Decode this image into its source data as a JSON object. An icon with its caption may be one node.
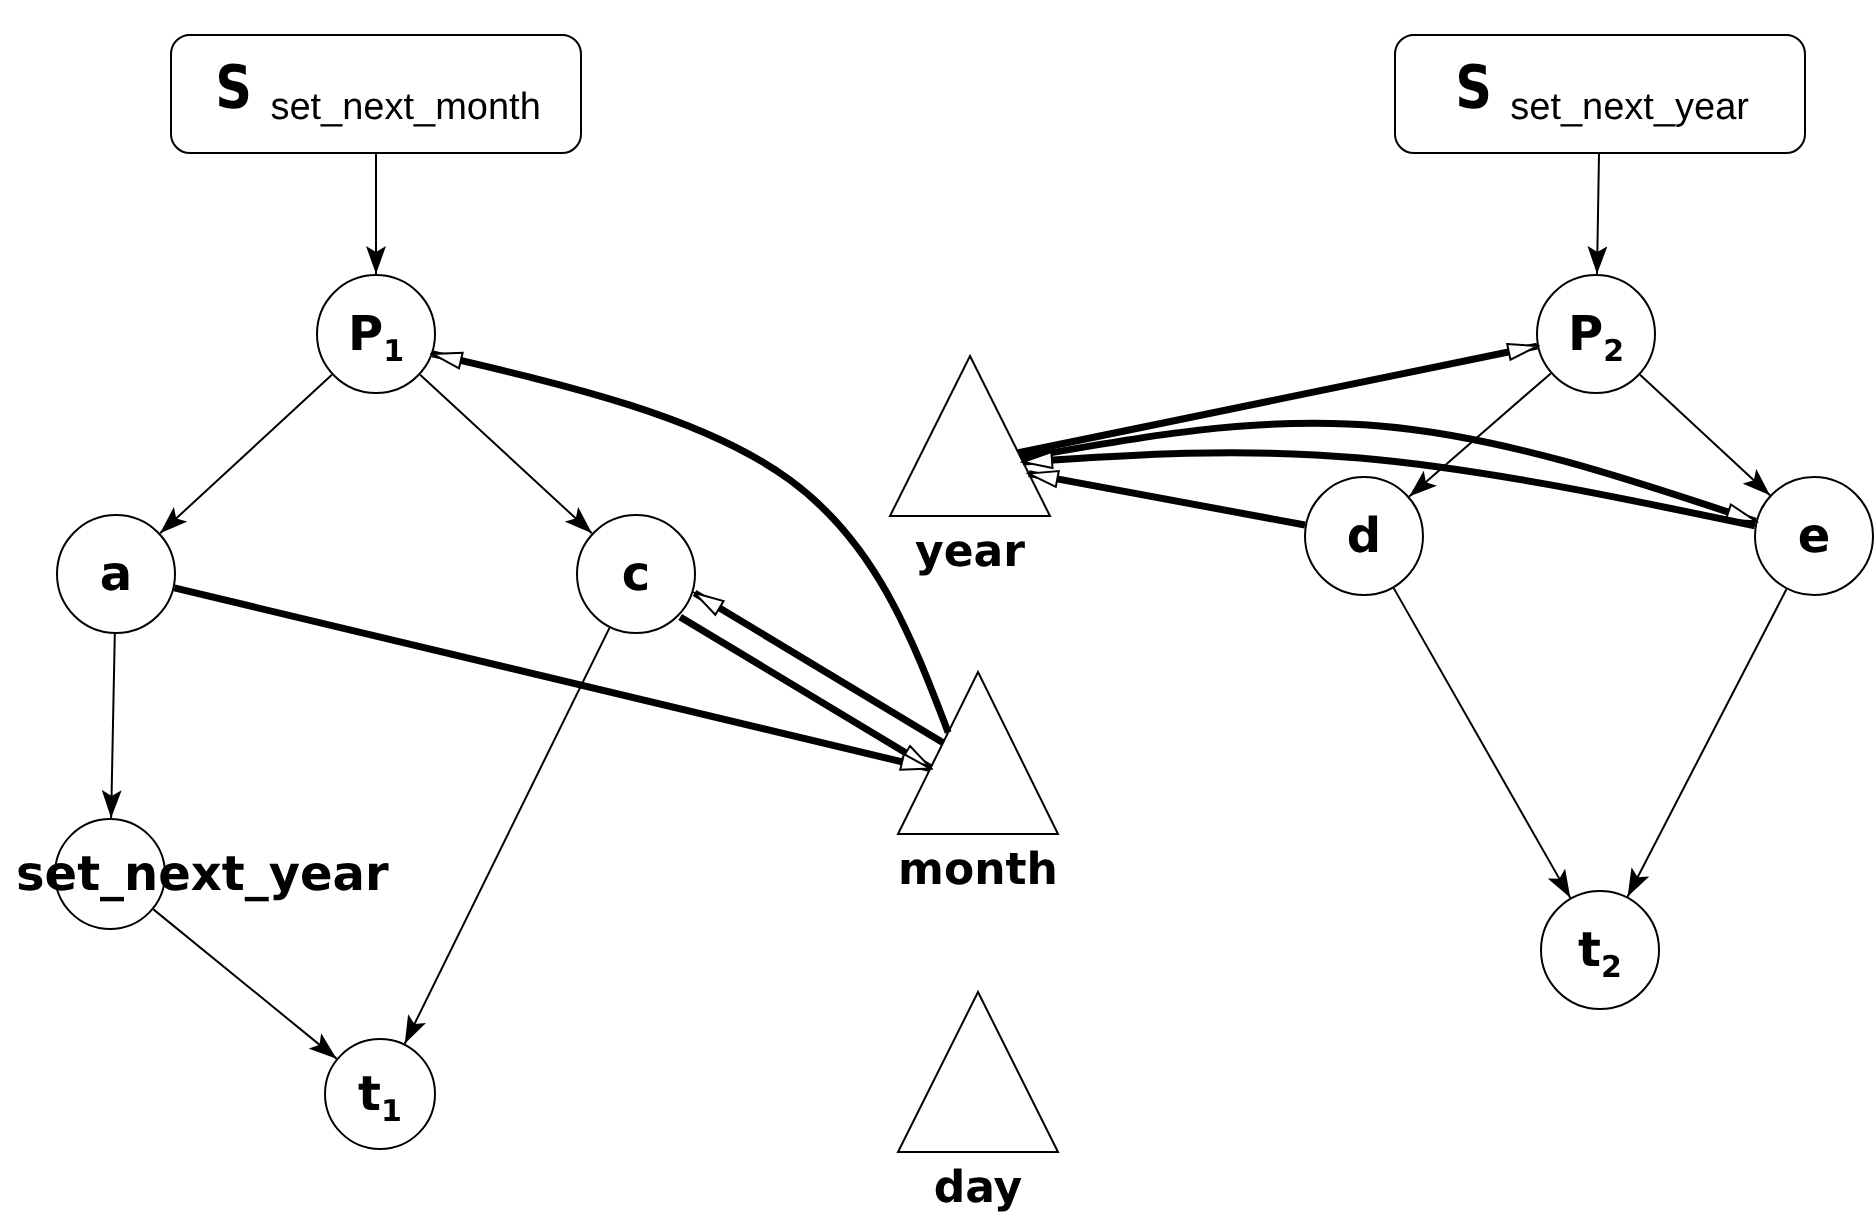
{
  "diagram": {
    "nodes": [
      {
        "text": [
          "**S**$_{set_next_month}$"
        ]
      },
      {
        "text": [
          "P$_{1}$"
        ]
      },
      {
        "text": [
          "a"
        ]
      },
      {
        "text": [
          "c"
        ]
      },
      {
        "text": [
          "set_next_year"
        ]
      },
      {
        "text": [
          "t$_{1}$"
        ]
      },
      {
        "text": [
          "year"
        ]
      },
      {
        "text": [
          "month"
        ]
      },
      {
        "text": [
          "day"
        ]
      },
      {
        "text": [
          "**S**$_{set_next_year}$"
        ]
      },
      {
        "text": [
          "P$_{2}$"
        ]
      },
      {
        "text": [
          "d"
        ]
      },
      {
        "text": [
          "e"
        ]
      },
      {
        "text": [
          "t$_{2}$"
        ]
      }
    ],
    "edges": [
      {
        "from": 0,
        "to": 1,
        "arrow": "to"
      },
      {
        "from": 1,
        "to": 2,
        "arrow": "to"
      },
      {
        "from": 1,
        "to": 3,
        "arrow": "to"
      },
      {
        "from": 2,
        "to": 4,
        "arrow": "to"
      },
      {
        "from": 4,
        "to": 5,
        "arrow": "to"
      },
      {
        "from": 3,
        "to": 5,
        "arrow": "to"
      },
      {
        "from": 7,
        "to": 1,
        "arrow": "to",
        "style": "thick"
      },
      {
        "from": 3,
        "to": 7,
        "arrow": "to",
        "style": "thick"
      },
      {
        "from": 7,
        "to": 3,
        "arrow": "to",
        "style": "thick"
      },
      {
        "from": 2,
        "to": 7,
        "arrow": "to",
        "style": "thick"
      },
      {
        "from": 9,
        "to": 10,
        "arrow": "to"
      },
      {
        "from": 10,
        "to": 11,
        "arrow": "to"
      },
      {
        "from": 10,
        "to": 12,
        "arrow": "to"
      },
      {
        "from": 11,
        "to": 13,
        "arrow": "to"
      },
      {
        "from": 12,
        "to": 13,
        "arrow": "to"
      },
      {
        "from": 6,
        "to": 10,
        "arrow": "to",
        "style": "thick"
      },
      {
        "from": 6,
        "to": 12,
        "arrow": "to",
        "style": "thick"
      },
      {
        "from": 12,
        "to": 6,
        "arrow": "to",
        "style": "thick"
      },
      {
        "from": 11,
        "to": 6,
        "arrow": "to",
        "style": "thick"
      }
    ]
  }
}
